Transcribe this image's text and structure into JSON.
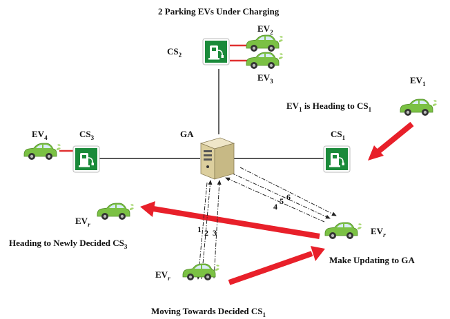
{
  "labels": {
    "title_top": "2 Parking EVs Under Charging",
    "cs1": "CS",
    "cs1_sub": "1",
    "cs2": "CS",
    "cs2_sub": "2",
    "cs3": "CS",
    "cs3_sub": "3",
    "ga": "GA",
    "ev1": "EV",
    "ev1_sub": "1",
    "ev2": "EV",
    "ev2_sub": "2",
    "ev3": "EV",
    "ev3_sub": "3",
    "ev4": "EV",
    "ev4_sub": "4",
    "evr_left": "EV",
    "evr_left_sub": "r",
    "evr_right": "EV",
    "evr_right_sub": "r",
    "evr_bottom": "EV",
    "evr_bottom_sub": "r",
    "heading_cs1_a": "EV",
    "heading_cs1_sub1": "1",
    "heading_cs1_b": " is Heading to CS",
    "heading_cs1_sub2": "1",
    "heading_newly": "Heading to Newly Decided CS",
    "heading_newly_sub": "3",
    "make_updating": "Make Updating to GA",
    "moving_towards": "Moving Towards Decided CS",
    "moving_towards_sub": "1"
  },
  "step_numbers": [
    "1",
    "2",
    "3",
    "4",
    "5",
    "6"
  ],
  "colors": {
    "arrow_red": "#e8202a",
    "link_red": "#e03030",
    "station_green": "#1a8a3a",
    "car_green": "#7bc144",
    "line": "#222222"
  },
  "icons": {
    "charging_station": "charging-station-icon",
    "car": "electric-car-icon",
    "server": "server-icon"
  }
}
